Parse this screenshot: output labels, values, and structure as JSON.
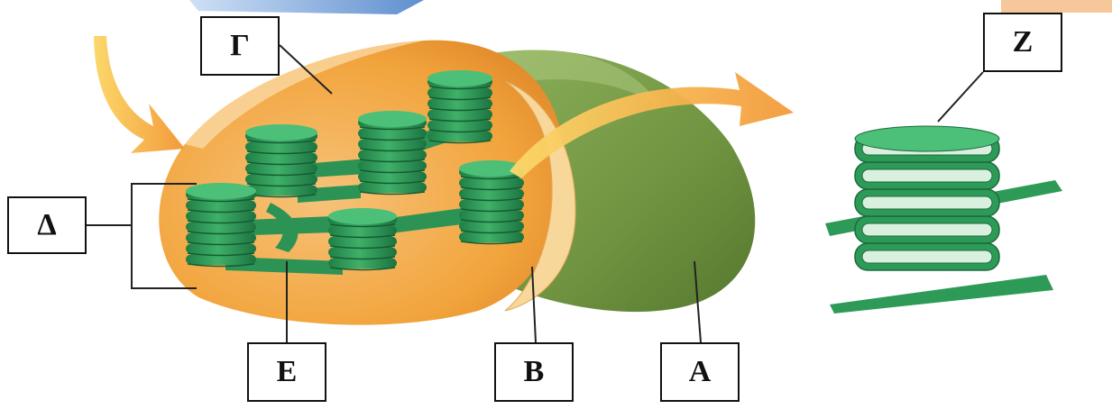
{
  "labels": {
    "gamma": "Γ",
    "delta": "Δ",
    "epsilon": "E",
    "beta": "B",
    "alpha": "A",
    "zeta": "Z"
  },
  "colors": {
    "stroma": "#f2a43c",
    "outer_membrane": "#7fa04a",
    "granum": "#2e9a57",
    "arrow": "#f7a640"
  }
}
